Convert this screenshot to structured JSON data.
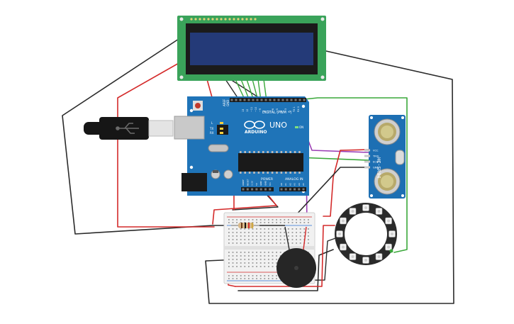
{
  "colors": {
    "background": "#ffffff",
    "wire_black": "#2b2b2b",
    "wire_red": "#d42a2a",
    "wire_green": "#3aa83a",
    "wire_purple": "#9b3fb5",
    "wire_gray": "#9a9a9a",
    "arduino_board": "#1f74b8",
    "lcd_pcb": "#3aa35a",
    "lcd_screen": "#243a78",
    "sensor_pcb": "#1d6fb3",
    "breadboard": "#f1f1f1",
    "buzzer": "#262626",
    "ring_pcb": "#2a2a2a",
    "led_glow": "#f2f2f2",
    "resistor_body": "#d9b98a"
  },
  "arduino": {
    "brand": "ARDUINO",
    "model": "UNO",
    "header_label": "DIGITAL (PWM ~)",
    "power_label": "POWER",
    "analog_label": "ANALOG IN",
    "tx_label": "TX",
    "rx_label": "RX",
    "on_label": "ON",
    "l_label": "L",
    "aref_label": "AREF",
    "gnd_label": "GND",
    "digital_pins": [
      "13",
      "12",
      "~11",
      "~10",
      "~9",
      "8",
      "7",
      "~6",
      "~5",
      "4",
      "~3",
      "2",
      "TX 1",
      "RX 0"
    ],
    "power_pins": [
      "IOREF",
      "RESET",
      "3.3V",
      "5V",
      "GND",
      "GND",
      "Vin"
    ],
    "analog_pins": [
      "A0",
      "A1",
      "A2",
      "A3",
      "A4",
      "A5"
    ]
  },
  "sensor": {
    "model": "HC-SR04",
    "pins": [
      "VCC",
      "TRIG",
      "ECHO",
      "GND"
    ]
  },
  "icons": {
    "usb": "usb-plug-icon",
    "reset": "reset-button-icon",
    "infinity": "arduino-infinity-icon"
  }
}
